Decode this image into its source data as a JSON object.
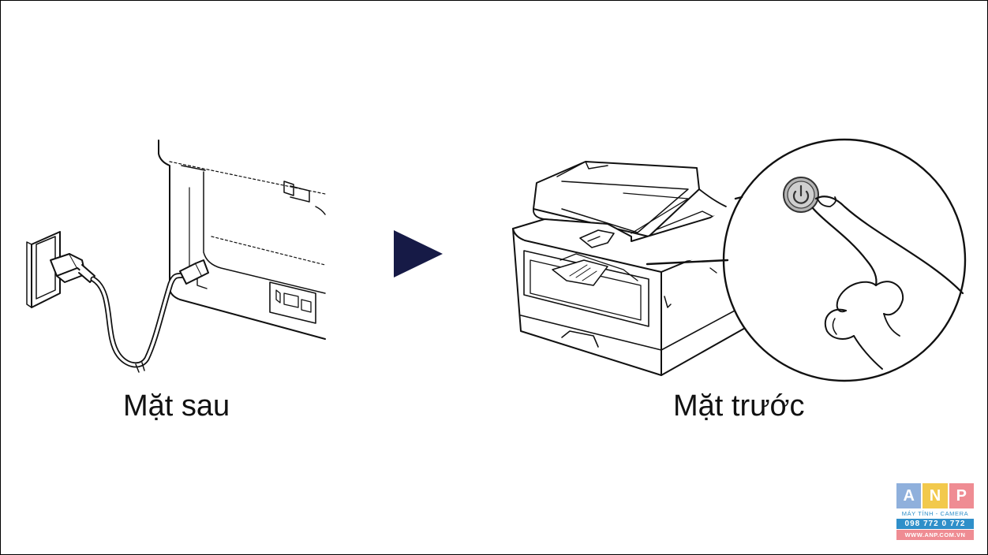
{
  "captions": {
    "back": "Mặt sau",
    "front": "Mặt trước"
  },
  "logo": {
    "letters": [
      "A",
      "N",
      "P"
    ],
    "letter_colors": [
      "#8fb0dc",
      "#f2c94c",
      "#ef8c93"
    ],
    "tagline": "MÁY TÍNH - CAMERA",
    "phone": "098 772 0 772",
    "website": "WWW.ANP.COM.VN"
  },
  "icons": {
    "arrow": "play-triangle-icon",
    "power": "power-icon"
  },
  "colors": {
    "arrow": "#161a46",
    "power_button": "#b5b5b5",
    "line": "#111111"
  }
}
